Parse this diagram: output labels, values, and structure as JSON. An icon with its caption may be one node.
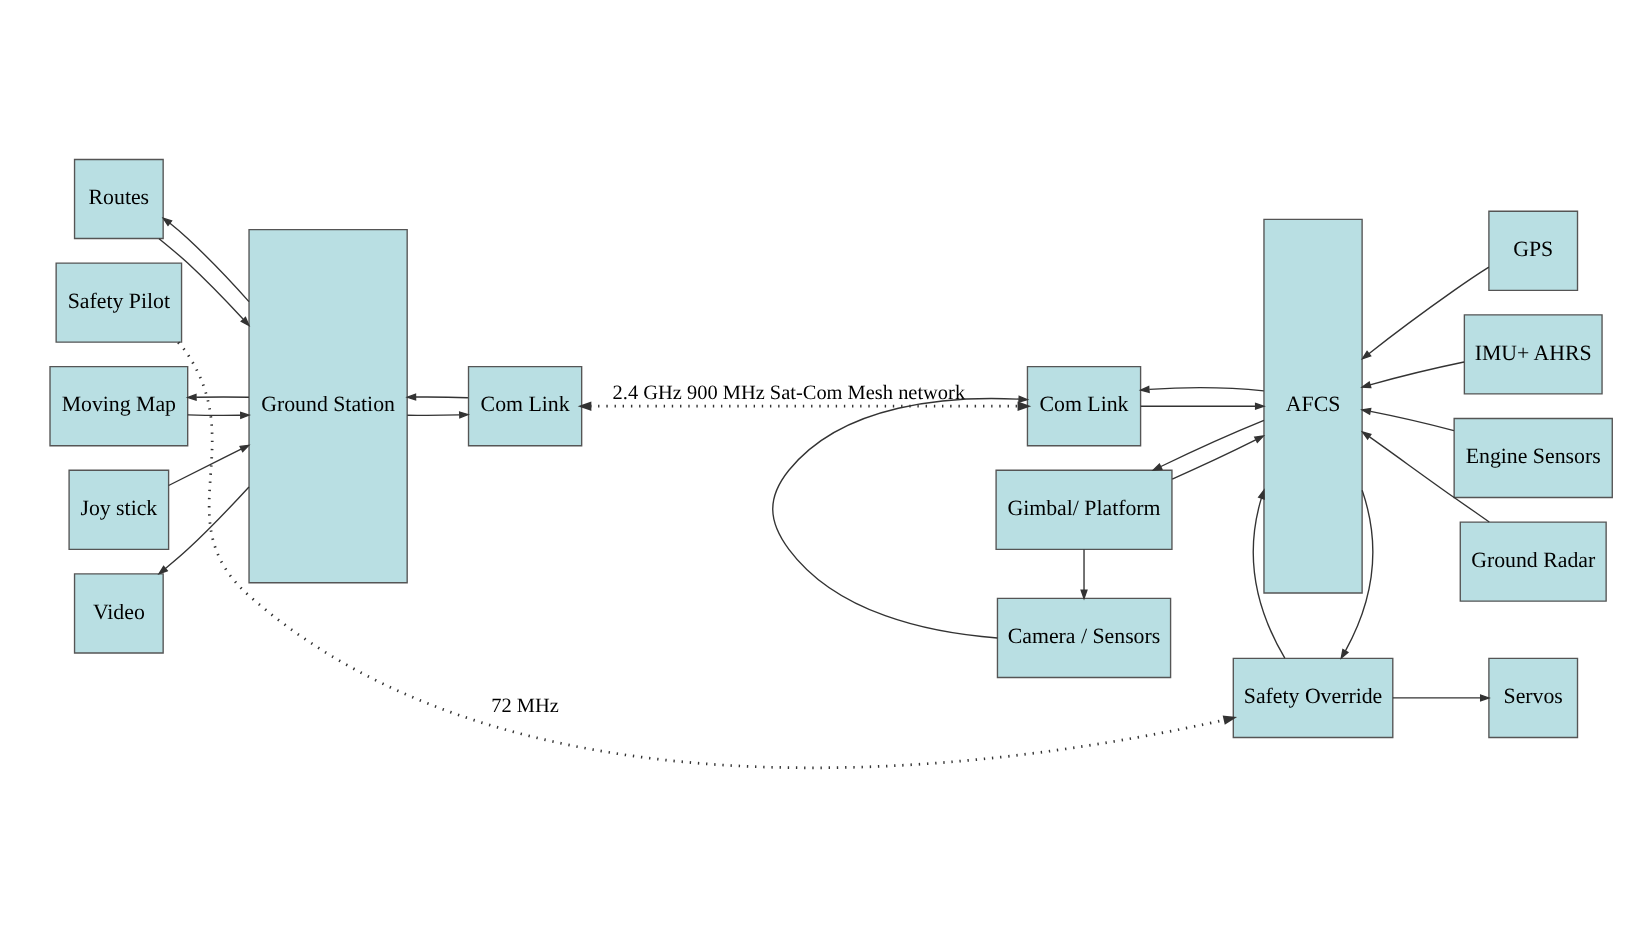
{
  "diagram": {
    "nodes": [
      {
        "text": [
          "Routes"
        ]
      },
      {
        "text": [
          "Moving Map"
        ]
      },
      {
        "text": [
          "Joy stick"
        ]
      },
      {
        "text": [
          "Video"
        ]
      },
      {
        "text": [
          "Safety Pilot"
        ]
      },
      {
        "text": [
          "Ground Station"
        ]
      },
      {
        "text": [
          "Com Link"
        ]
      },
      {
        "text": [
          "Gimbal/ Platform"
        ]
      },
      {
        "text": [
          "Camera / Sensors"
        ]
      },
      {
        "text": [
          "Com Link"
        ]
      },
      {
        "text": [
          "AFCS"
        ]
      },
      {
        "text": [
          "GPS"
        ]
      },
      {
        "text": [
          "IMU+ AHRS"
        ]
      },
      {
        "text": [
          "Engine Sensors"
        ]
      },
      {
        "text": [
          "Ground Radar"
        ]
      },
      {
        "text": [
          "Safety Override"
        ]
      },
      {
        "text": [
          "Servos"
        ]
      }
    ],
    "edges": [
      {
        "from": 0,
        "to": 5,
        "arrow": "to"
      },
      {
        "from": 5,
        "to": 0,
        "arrow": "to"
      },
      {
        "from": 1,
        "to": 5,
        "arrow": "to"
      },
      {
        "from": 5,
        "to": 1,
        "arrow": "to"
      },
      {
        "from": 2,
        "to": 5,
        "arrow": "to"
      },
      {
        "from": 5,
        "to": 3,
        "arrow": "to"
      },
      {
        "from": 5,
        "to": 6,
        "arrow": "to"
      },
      {
        "from": 6,
        "to": 5,
        "arrow": "to"
      },
      {
        "from": 6,
        "to": 9,
        "arrow": "both",
        "style": "dashed",
        "label": "2.4 GHz 900 MHz Sat-Com Mesh network"
      },
      {
        "from": 7,
        "to": 10,
        "arrow": "to"
      },
      {
        "from": 10,
        "to": 7,
        "arrow": "to"
      },
      {
        "from": 7,
        "to": 8,
        "arrow": "to"
      },
      {
        "from": 8,
        "to": 9,
        "arrow": "to"
      },
      {
        "from": 9,
        "to": 10,
        "arrow": "to"
      },
      {
        "from": 10,
        "to": 9,
        "arrow": "to"
      },
      {
        "from": 11,
        "to": 10,
        "arrow": "to"
      },
      {
        "from": 12,
        "to": 10,
        "arrow": "to"
      },
      {
        "from": 13,
        "to": 10,
        "arrow": "to"
      },
      {
        "from": 14,
        "to": 10,
        "arrow": "to"
      },
      {
        "from": 10,
        "to": 15,
        "arrow": "to"
      },
      {
        "from": 15,
        "to": 10,
        "arrow": "to"
      },
      {
        "from": 4,
        "to": 15,
        "arrow": "to",
        "style": "dashed",
        "label": "72 MHz"
      },
      {
        "from": 15,
        "to": 16,
        "arrow": "to"
      }
    ]
  }
}
